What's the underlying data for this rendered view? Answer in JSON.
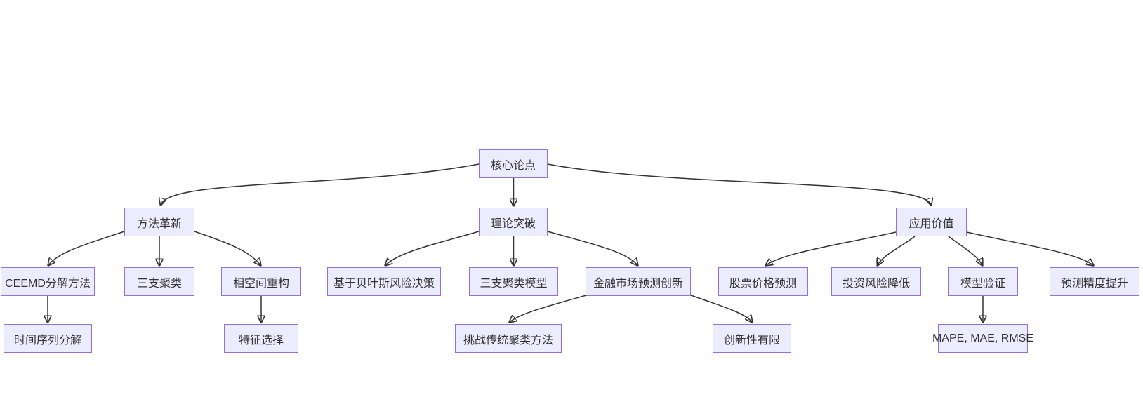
{
  "diagram": {
    "type": "flowchart-top-down",
    "background_color": "#ffffff",
    "node_fill_color": "#ECECFF",
    "node_border_color": "#9370DB",
    "edge_color": "#333333",
    "text_color": "#333333",
    "nodes": [
      {
        "id": "core",
        "label": "核心论点"
      },
      {
        "id": "method",
        "label": "方法革新"
      },
      {
        "id": "theory",
        "label": "理论突破"
      },
      {
        "id": "value",
        "label": "应用价值"
      },
      {
        "id": "ceemd",
        "label": "CEEMD分解方法"
      },
      {
        "id": "three-way-clustering",
        "label": "三支聚类"
      },
      {
        "id": "phase-space",
        "label": "相空间重构"
      },
      {
        "id": "bayes-risk",
        "label": "基于贝叶斯风险决策"
      },
      {
        "id": "three-way-model",
        "label": "三支聚类模型"
      },
      {
        "id": "financial-innovation",
        "label": "金融市场预测创新"
      },
      {
        "id": "stock-prediction",
        "label": "股票价格预测"
      },
      {
        "id": "risk-reduction",
        "label": "投资风险降低"
      },
      {
        "id": "model-validation",
        "label": "模型验证"
      },
      {
        "id": "accuracy-improvement",
        "label": "预测精度提升"
      },
      {
        "id": "time-series",
        "label": "时间序列分解"
      },
      {
        "id": "feature-selection",
        "label": "特征选择"
      },
      {
        "id": "challenge-traditional",
        "label": "挑战传统聚类方法"
      },
      {
        "id": "limited-innovation",
        "label": "创新性有限"
      },
      {
        "id": "metrics",
        "label": "MAPE, MAE, RMSE"
      }
    ],
    "edges": [
      {
        "from": "核心论点",
        "to": "方法革新"
      },
      {
        "from": "核心论点",
        "to": "理论突破"
      },
      {
        "from": "核心论点",
        "to": "应用价值"
      },
      {
        "from": "方法革新",
        "to": "CEEMD分解方法"
      },
      {
        "from": "方法革新",
        "to": "三支聚类"
      },
      {
        "from": "方法革新",
        "to": "相空间重构"
      },
      {
        "from": "理论突破",
        "to": "基于贝叶斯风险决策"
      },
      {
        "from": "理论突破",
        "to": "三支聚类模型"
      },
      {
        "from": "理论突破",
        "to": "金融市场预测创新"
      },
      {
        "from": "应用价值",
        "to": "股票价格预测"
      },
      {
        "from": "应用价值",
        "to": "投资风险降低"
      },
      {
        "from": "应用价值",
        "to": "模型验证"
      },
      {
        "from": "应用价值",
        "to": "预测精度提升"
      },
      {
        "from": "CEEMD分解方法",
        "to": "时间序列分解"
      },
      {
        "from": "相空间重构",
        "to": "特征选择"
      },
      {
        "from": "金融市场预测创新",
        "to": "挑战传统聚类方法"
      },
      {
        "from": "金融市场预测创新",
        "to": "创新性有限"
      },
      {
        "from": "模型验证",
        "to": "MAPE, MAE, RMSE"
      }
    ]
  }
}
